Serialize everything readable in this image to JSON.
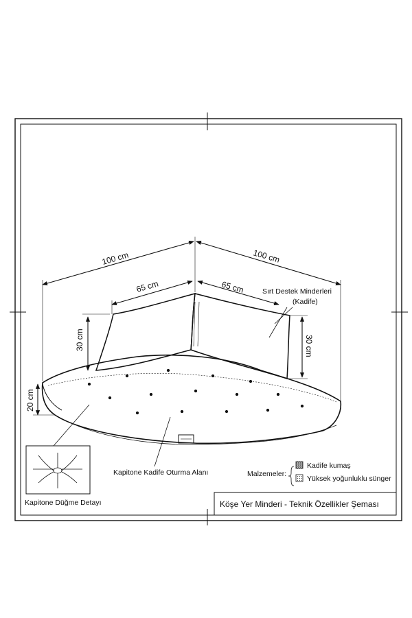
{
  "dimensions": {
    "left_outer": "100 cm",
    "right_outer": "100 cm",
    "left_back": "65 cm",
    "right_back": "65 cm",
    "back_height_left": "30 cm",
    "back_height_right": "30 cm",
    "seat_height": "20 cm"
  },
  "labels": {
    "back_cushions_line1": "Sırt Destek Minderleri",
    "back_cushions_line2": "(Kadife)",
    "seat_area": "Kapitone Kadife Oturma Alanı",
    "button_detail": "Kapitone Düğme Detayı",
    "materials_title": "Malzemeler:"
  },
  "materials": [
    {
      "name": "Kadife kumaş",
      "swatch": "crosshatch"
    },
    {
      "name": "Yüksek yoğunluklu sünger",
      "swatch": "dots"
    }
  ],
  "title_block": "Köşe Yer Minderi - Teknik Özellikler Şeması",
  "colors": {
    "ink": "#111111",
    "paper": "#ffffff"
  }
}
